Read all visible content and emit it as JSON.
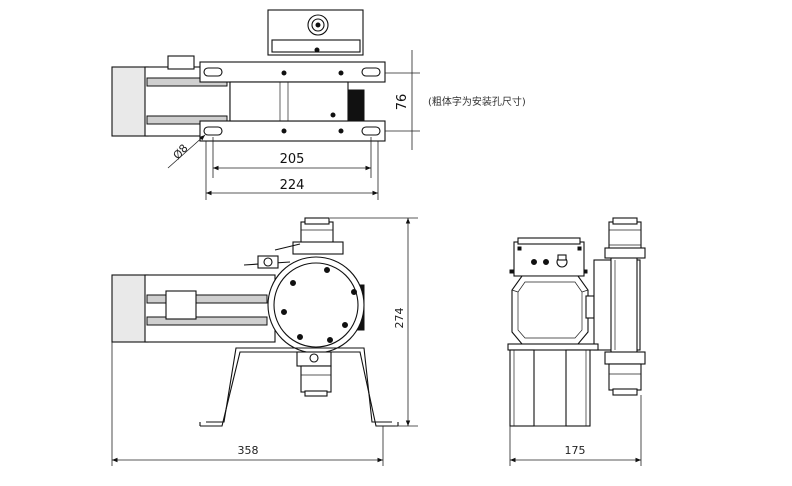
{
  "dimensions": {
    "top_height": "76",
    "top_height_note": "(粗体字为安装孔尺寸)",
    "hole_dia": "Ø8",
    "hole_span": "205",
    "base_span": "224",
    "front_width": "358",
    "front_height": "274",
    "side_width": "175"
  }
}
